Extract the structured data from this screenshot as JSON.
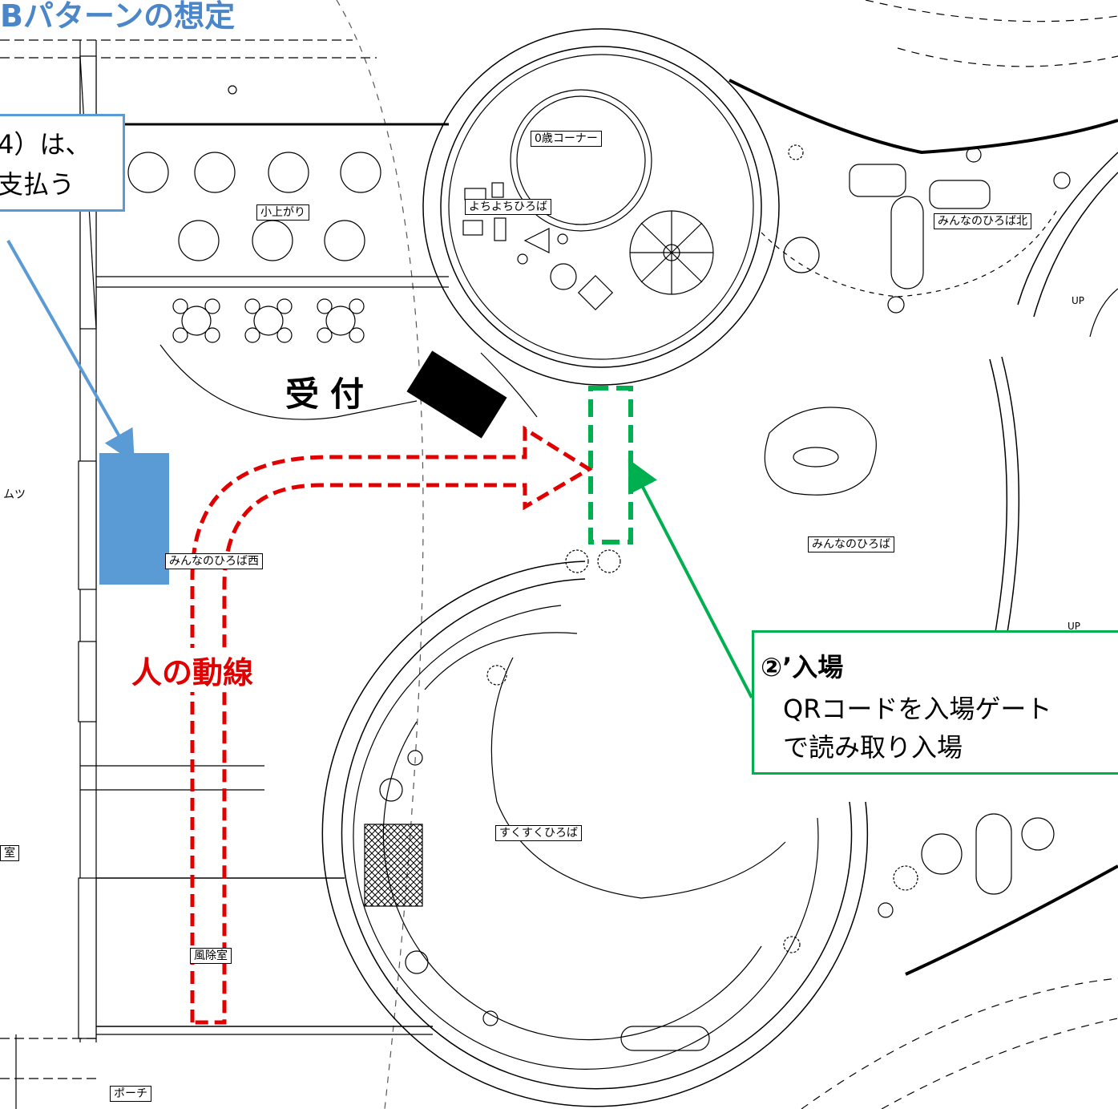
{
  "title": "Bパターンの想定",
  "callout_left": {
    "line1": "4）は、",
    "line2": "支払う"
  },
  "callout_right": {
    "heading": "②’入場",
    "line1": "QRコードを入場ゲート",
    "line2": "で読み取り入場"
  },
  "reception_label": "受付",
  "flow_label": "人の動線",
  "rooms": {
    "zero_corner": "0歳コーナー",
    "yochiyochi": "よちよちひろば",
    "koagari": "小上がり",
    "minna_north": "みんなのひろば北",
    "minna": "みんなのひろば",
    "minna_west": "みんなのひろば西",
    "sukusuku": "すくすくひろば",
    "fuujoshitsu": "風除室",
    "porch": "ポーチ",
    "omutsu": "ムツ",
    "shitsu": "室",
    "up1": "UP",
    "up2": "UP"
  },
  "colors": {
    "title": "#4a86c8",
    "callout_blue_border": "#5b9bd5",
    "blue_block": "#5b9bd5",
    "callout_green_border": "#00b050",
    "green_gate": "#00b050",
    "flow_arrow": "#e00000"
  }
}
